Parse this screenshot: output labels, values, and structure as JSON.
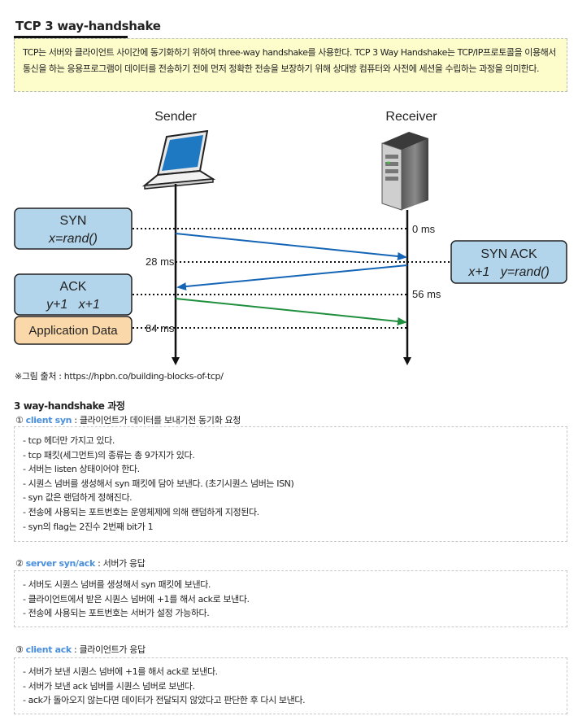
{
  "header": {
    "title": "TCP 3 way-handshake",
    "description": "TCP는 서버와 클라이언트 사이간에 동기화하기 위하여 three-way handshake를 사용한다. TCP 3 Way Handshake는 TCP/IP프로토콜을 이용해서 통신을 하는 응용프로그램이 데이터를 전송하기 전에 먼저 정확한 전송을 보장하기 위해 상대방 컴퓨터와 사전에 세션을 수립하는 과정을 의미한다."
  },
  "diagram": {
    "sender_label": "Sender",
    "receiver_label": "Receiver",
    "syn_box": {
      "line1": "SYN",
      "line2": "x=rand()"
    },
    "ack_box": {
      "line1": "ACK",
      "line2": "y+1   x+1"
    },
    "app_data_box": "Application Data",
    "synack_box": {
      "line1": "SYN ACK",
      "line2": "x+1   y=rand()"
    },
    "times": {
      "t0": "0 ms",
      "t28": "28 ms",
      "t56": "56 ms",
      "t84": "84 ms"
    },
    "colors": {
      "box_fill": "#b3d5ec",
      "app_fill": "#fad8a9",
      "arrow_blue": "#1565b6",
      "arrow_green": "#1f8f3e",
      "laptop_screen": "#1f78c2"
    }
  },
  "caption": "※그림 출처 : https://hpbn.co/building-blocks-of-tcp/",
  "process": {
    "title": "3 way-handshake 과정",
    "steps": [
      {
        "num": "①",
        "keyword": "client syn",
        "desc": " : 클라이언트가 데이터를 보내기전 동기화 요청",
        "items": [
          "- tcp 헤더만 가지고 있다.",
          "- tcp 패킷(세그먼트)의 종류는 총 9가지가 있다.",
          "- 서버는 listen 상태이어야 한다.",
          "- 시퀀스 넘버를 생성해서 syn 패킷에 담아 보낸다. (초기시퀀스 넘버는 ISN)",
          "- syn 값은 랜덤하게 정해진다.",
          "- 전송에 사용되는 포트번호는 운영체제에 의해 랜덤하게 지정된다.",
          "- syn의 flag는 2진수 2번째 bit가 1"
        ]
      },
      {
        "num": "②",
        "keyword": "server syn/ack",
        "desc": " : 서버가 응답",
        "items": [
          "- 서버도 시퀀스 넘버를 생성해서 syn 패킷에 보낸다.",
          "- 클라이언트에서 받은 시퀀스 넘버에 +1를 해서 ack로 보낸다.",
          "- 전송에 사용되는 포트번호는 서버가 설정 가능하다."
        ]
      },
      {
        "num": "③",
        "keyword": "client ack",
        "desc": " : 클라이언트가 응답",
        "items": [
          "- 서버가 보낸 시퀀스 넘버에 +1를 해서 ack로 보낸다.",
          "- 서버가 보낸 ack 넘버를 시퀀스 넘버로 보낸다.",
          "- ack가 돌아오지 않는다면 데이터가 전달되지 않았다고 판단한 후 다시 보낸다."
        ]
      }
    ]
  }
}
